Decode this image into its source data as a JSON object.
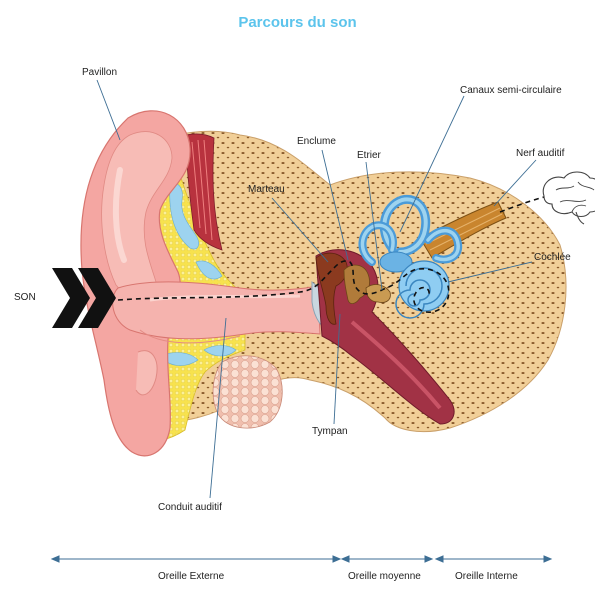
{
  "title": "Parcours du son",
  "labels": {
    "pavillon": "Pavillon",
    "son": "SON",
    "enclume": "Enclume",
    "etrier": "Etrier",
    "marteau": "Marteau",
    "canaux": "Canaux semi-circulaire",
    "nerf": "Nerf auditif",
    "cochlee": "Cochlée",
    "tympan": "Tympan",
    "conduit": "Conduit auditif"
  },
  "sections": {
    "externe": "Oreille Externe",
    "moyenne": "Oreille moyenne",
    "interne": "Oreille Interne"
  },
  "colors": {
    "title": "#5cc4ec",
    "skin": "#f4a6a2",
    "bone": "#f1cf98",
    "fat": "#f6e04a",
    "fluid": "#9dd3ef",
    "muscle": "#8e2436",
    "nerve": "#c9852e",
    "leader": "#3d6e94"
  }
}
